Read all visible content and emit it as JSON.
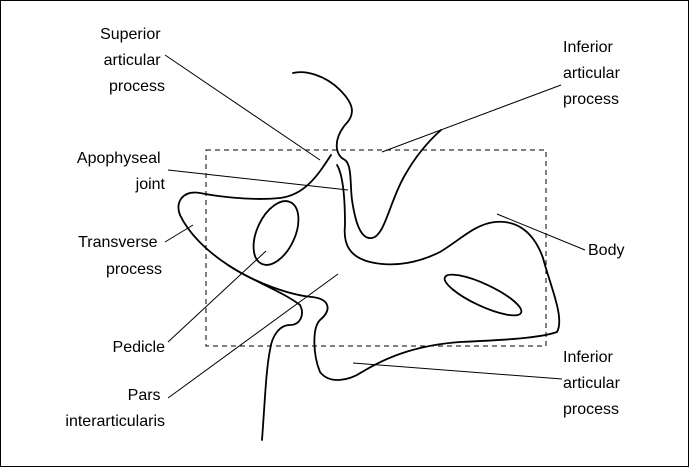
{
  "labels": {
    "superior_articular_process": [
      "Superior",
      "articular",
      "process"
    ],
    "inferior_articular_process_top": [
      "Inferior",
      "articular",
      "process"
    ],
    "apophyseal_joint": [
      "Apophyseal",
      "joint"
    ],
    "transverse_process": [
      "Transverse",
      "process"
    ],
    "body": [
      "Body"
    ],
    "pedicle": [
      "Pedicle"
    ],
    "pars_interarticularis": [
      "Pars",
      "interarticularis"
    ],
    "inferior_articular_process_bottom": [
      "Inferior",
      "articular",
      "process"
    ]
  },
  "colors": {
    "line": "#000000",
    "background": "#ffffff"
  }
}
